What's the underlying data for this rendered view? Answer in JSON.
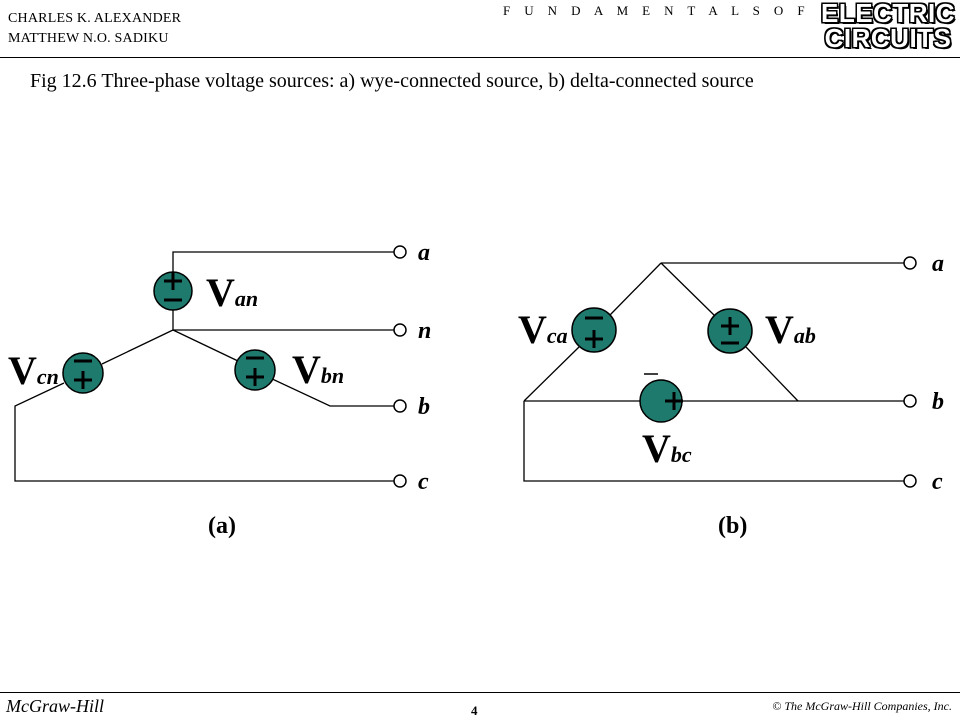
{
  "header": {
    "author_line1": "CHARLES K. ALEXANDER",
    "author_line2": "MATTHEW N.O. SADIKU",
    "series_text": "F U N D A M E N T A L S  O F",
    "logo_line1": "ELECTRIC",
    "logo_line2": "CIRCUITS"
  },
  "caption": "Fig 12.6 Three-phase voltage sources: a) wye-connected source, b) delta-connected source",
  "diagram_a": {
    "terminals": [
      "a",
      "n",
      "b",
      "c"
    ],
    "sources": [
      {
        "main": "V",
        "sub": "an"
      },
      {
        "main": "V",
        "sub": "cn"
      },
      {
        "main": "V",
        "sub": "bn"
      }
    ],
    "label": "(a)"
  },
  "diagram_b": {
    "terminals": [
      "a",
      "b",
      "c"
    ],
    "sources": [
      {
        "main": "V",
        "sub": "ca"
      },
      {
        "main": "V",
        "sub": "ab"
      },
      {
        "main": "V",
        "sub": "bc"
      }
    ],
    "label": "(b)"
  },
  "signs": {
    "plus": "+",
    "minus": "−"
  },
  "footer": {
    "publisher": "McGraw-Hill",
    "page": "4",
    "copyright": "© The McGraw-Hill Companies, Inc."
  },
  "colors": {
    "source_fill": "#1f7a6e",
    "line": "#000000",
    "background": "#ffffff"
  }
}
